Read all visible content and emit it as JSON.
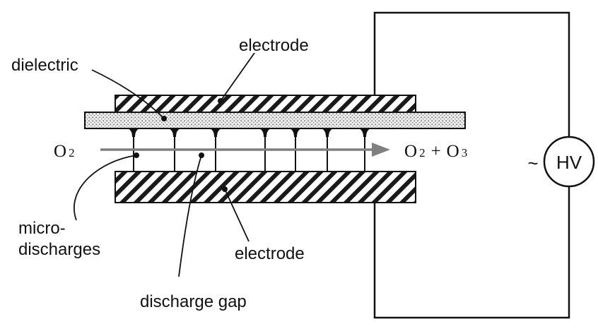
{
  "labels": {
    "electrode_top": "electrode",
    "dielectric": "dielectric",
    "electrode_bottom": "electrode",
    "micro_discharges_line1": "micro-",
    "micro_discharges_line2": "discharges",
    "discharge_gap": "discharge gap"
  },
  "flow": {
    "inlet_symbol": "O",
    "inlet_subscript": "2",
    "outlet_symbol_1": "O",
    "outlet_subscript_1": "2",
    "outlet_plus": "+",
    "outlet_symbol_2": "O",
    "outlet_subscript_2": "3"
  },
  "power_supply": {
    "label": "HV",
    "ac_symbol": "~"
  },
  "colors": {
    "line": "#111111",
    "flow_arrow": "#808080",
    "dielectric_fill": "#e6e6e6",
    "background": "#ffffff"
  }
}
